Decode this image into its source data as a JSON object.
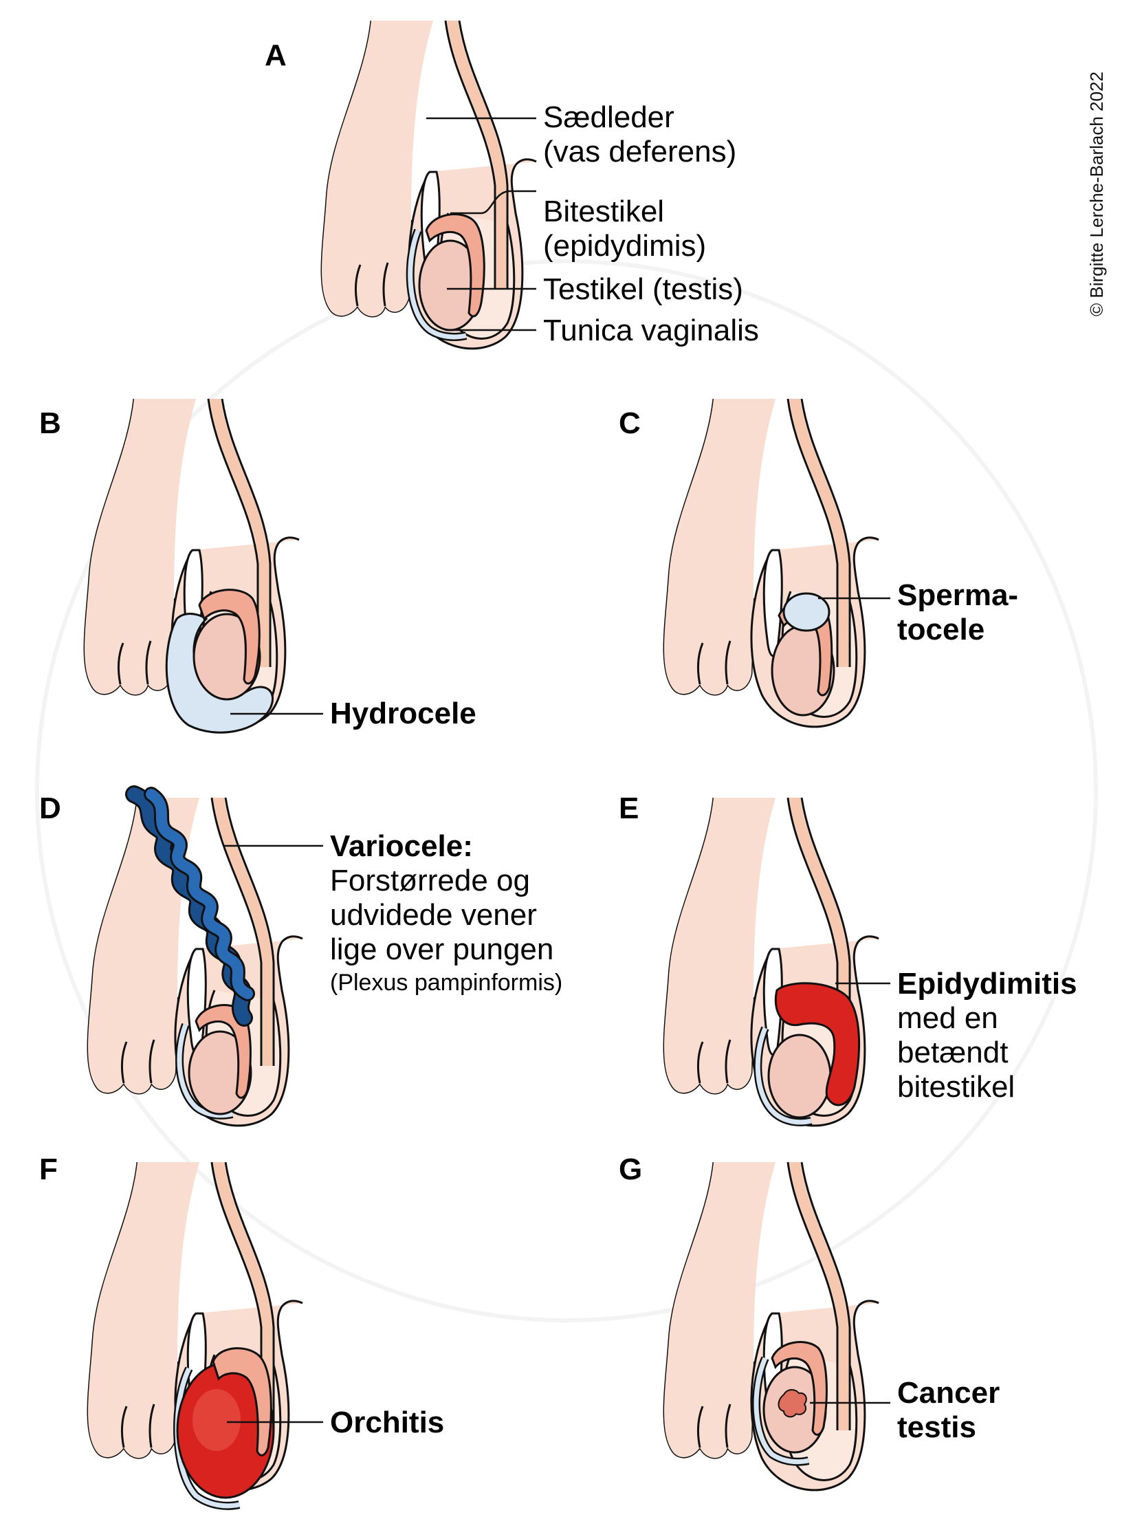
{
  "copyright": "© Birgitte Lerche-Barlach 2022",
  "colors": {
    "skin": "#f9ddd0",
    "skin_light": "#fbe8de",
    "testis": "#f2c7bc",
    "epididymis": "#f2a994",
    "fluid": "#d8e6f4",
    "vein": "#1b4f8c",
    "inflamed": "#d9231f",
    "tumor": "#e07060",
    "outline": "#111111"
  },
  "panels": {
    "A": {
      "letter": "A",
      "labels": {
        "vas": "Sædleder",
        "vas_sub": "(vas deferens)",
        "epi": "Bitestikel",
        "epi_sub": "(epidydimis)",
        "testis": "Testikel (testis)",
        "tunica": "Tunica vaginalis"
      }
    },
    "B": {
      "letter": "B",
      "label": "Hydrocele"
    },
    "C": {
      "letter": "C",
      "label_1": "Sperma-",
      "label_2": "tocele"
    },
    "D": {
      "letter": "D",
      "title": "Variocele:",
      "line_1": "Forstørrede og",
      "line_2": "udvidede vener",
      "line_3": "lige over pungen",
      "line_4": "(Plexus pampinformis)"
    },
    "E": {
      "letter": "E",
      "title": "Epidydimitis",
      "line_1": "med en",
      "line_2": "betændt",
      "line_3": "bitestikel"
    },
    "F": {
      "letter": "F",
      "label": "Orchitis"
    },
    "G": {
      "letter": "G",
      "label_1": "Cancer",
      "label_2": "testis"
    }
  }
}
